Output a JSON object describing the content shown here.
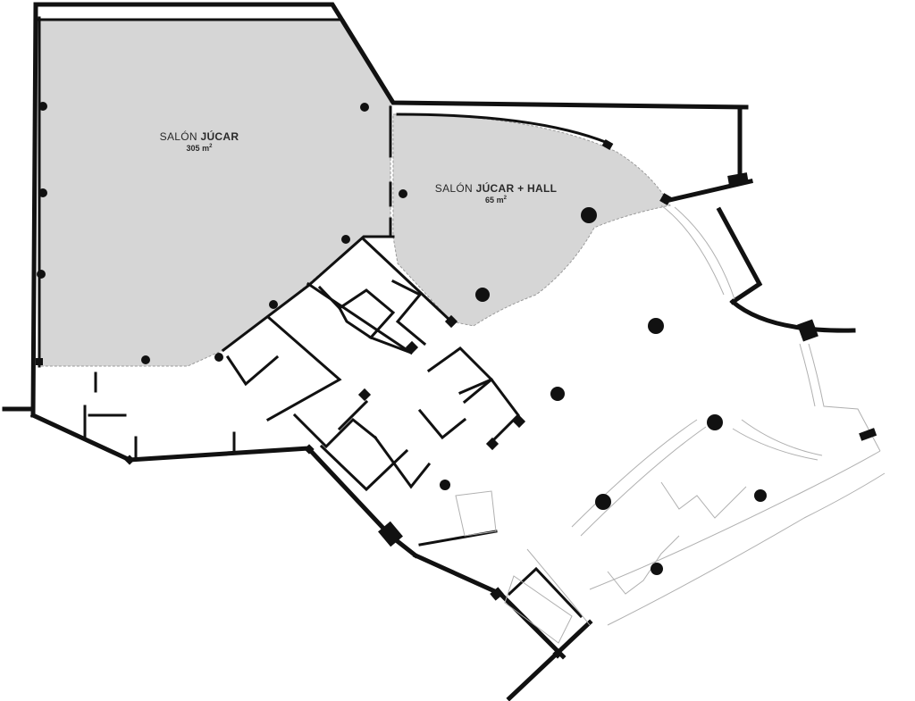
{
  "rooms": [
    {
      "prefix": "SALÓN ",
      "name_bold": "JÚCAR",
      "suffix": "",
      "area_value": "305",
      "area_unit": "m",
      "area_exp": "2"
    },
    {
      "prefix": "SALÓN ",
      "name_bold": "JÚCAR + HALL",
      "suffix": "",
      "area_value": "65",
      "area_unit": "m",
      "area_exp": "2"
    }
  ],
  "colors": {
    "room_fill": "#d6d6d6",
    "wall": "#111111",
    "thin_line": "#9a9a9a",
    "background": "#ffffff"
  }
}
